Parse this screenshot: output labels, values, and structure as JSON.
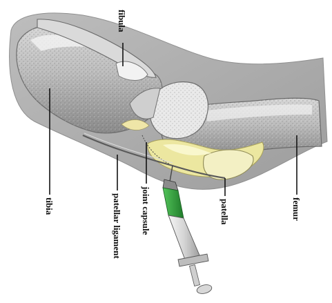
{
  "diagram": {
    "labels": {
      "fibula": "fibula",
      "tibia": "tibia",
      "patellar_ligament": "patellar ligament",
      "joint_capsule": "joint capsule",
      "patella": "patella",
      "femur": "femur"
    },
    "colors": {
      "bone_light": "#e6e6e6",
      "bone_mid": "#a9a9a9",
      "bone_dark": "#5f5f5f",
      "cartilage": "#f2f2c2",
      "fat_pad": "#e8e39a",
      "syringe_green": "#2e9a3a",
      "syringe_body": "#d9d9d9",
      "label_line": "#111111"
    }
  }
}
